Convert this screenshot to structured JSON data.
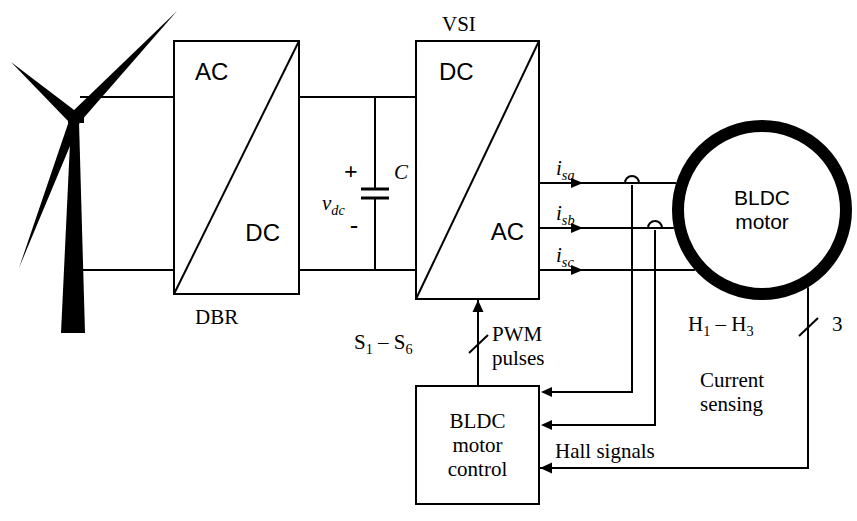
{
  "diagram": {
    "nodes": [
      {
        "text": [
          "AC",
          "DC",
          "DBR"
        ]
      },
      {
        "text": [
          "VSI",
          "DC",
          "AC"
        ]
      },
      {
        "text": [
          "BLDC motor"
        ]
      },
      {
        "text": [
          "BLDC motor control"
        ]
      }
    ],
    "edges": [
      {
        "from": 0,
        "to": 1,
        "arrow": "none"
      },
      {
        "from": 0,
        "to": 1,
        "arrow": "none"
      },
      {
        "from": 1,
        "to": 2,
        "label": "isa",
        "arrow": "none"
      },
      {
        "from": 1,
        "to": 2,
        "label": "isb",
        "arrow": "none"
      },
      {
        "from": 1,
        "to": 2,
        "label": "isc",
        "arrow": "none"
      },
      {
        "from": 3,
        "to": 1,
        "label": "PWM pulses",
        "arrow": "to"
      },
      {
        "from": 2,
        "to": 3,
        "label": "Hall signals",
        "arrow": "to"
      }
    ],
    "labels": [
      "+",
      "C",
      "vdc",
      "-",
      "S1 – S6",
      "H1 – H3",
      "3",
      "Current sensing"
    ]
  }
}
